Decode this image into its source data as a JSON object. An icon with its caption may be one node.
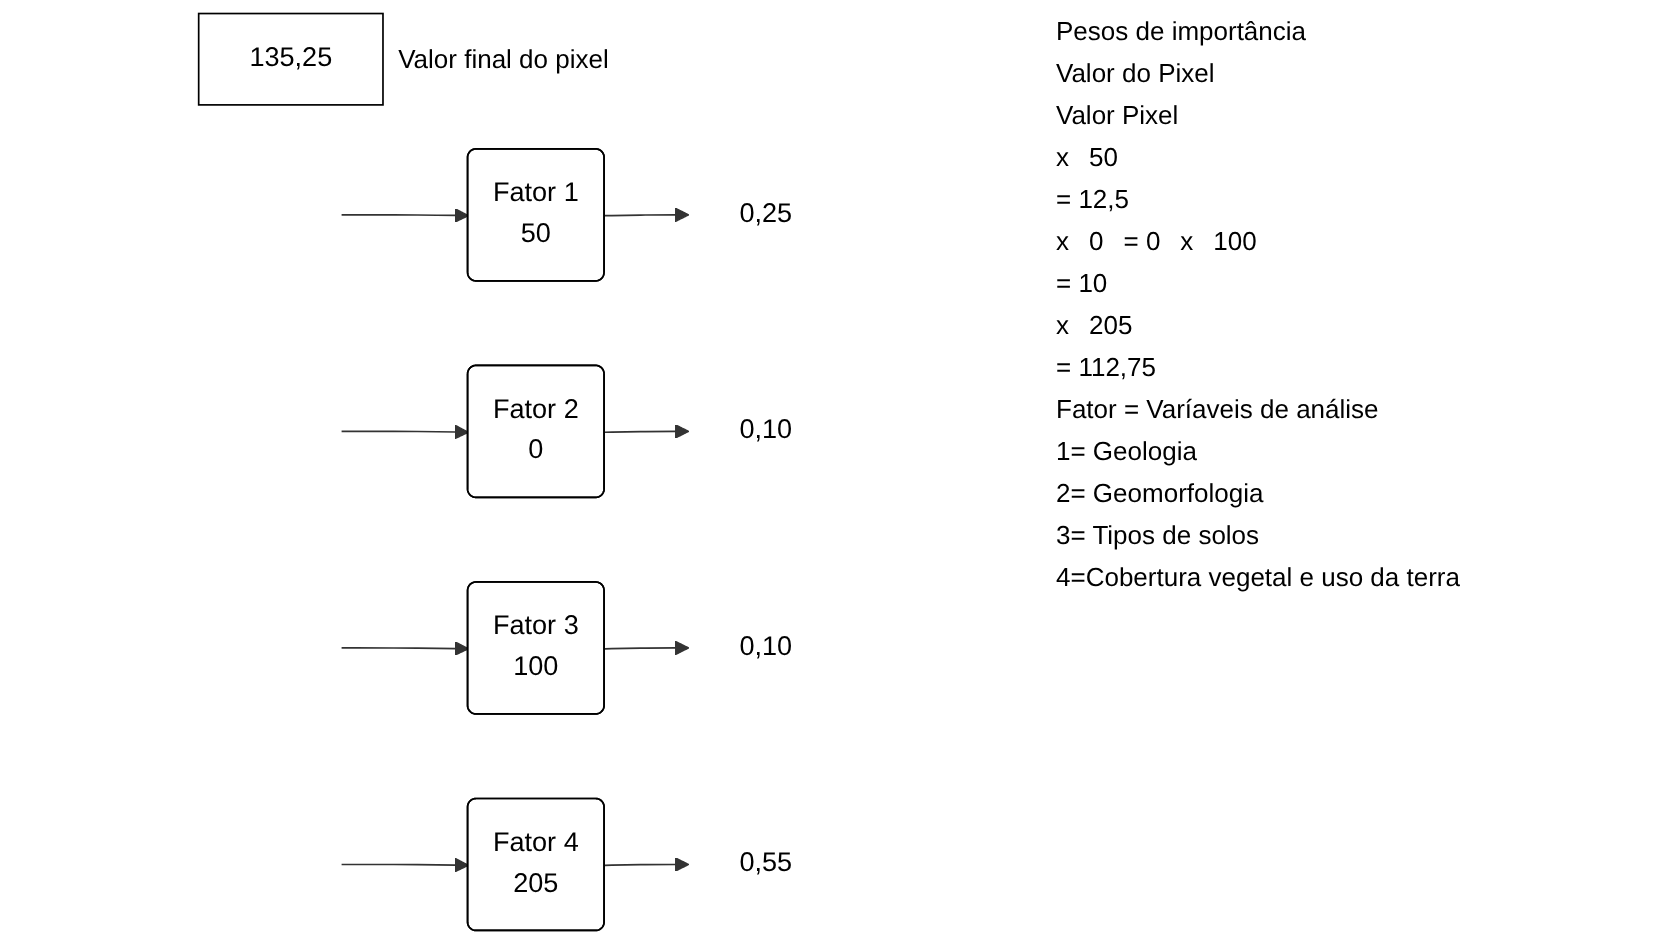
{
  "diagram": {
    "nodes": [
      {
        "text": [
          "Fator 1",
          "50"
        ]
      },
      {
        "text": [
          "Fator 2",
          "0"
        ]
      },
      {
        "text": [
          "Fator 3",
          "100"
        ]
      },
      {
        "text": [
          "Fator 4",
          "205"
        ]
      },
      {
        "text": [
          "0,25"
        ]
      },
      {
        "text": [
          "0,10"
        ]
      },
      {
        "text": [
          "0,10"
        ]
      },
      {
        "text": [
          "0,55"
        ]
      },
      {
        "text": [
          "135,25"
        ],
        "beside": [
          "Valor final do pixel"
        ]
      }
    ],
    "edges": [
      {
        "from": null,
        "to": 0,
        "arrow": "to"
      },
      {
        "from": null,
        "to": 1,
        "arrow": "to"
      },
      {
        "from": null,
        "to": 2,
        "arrow": "to"
      },
      {
        "from": null,
        "to": 3,
        "arrow": "to"
      },
      {
        "from": 0,
        "to": 4,
        "arrow": "to"
      },
      {
        "from": 1,
        "to": 5,
        "arrow": "to"
      },
      {
        "from": 2,
        "to": 6,
        "arrow": "to"
      },
      {
        "from": 3,
        "to": 7,
        "arrow": "to"
      }
    ],
    "labels": [
      "Pesos de importância",
      "Valor do Pixel",
      "Valor Pixel",
      "x",
      "50",
      "= 12,5",
      "x",
      "0",
      "= 0",
      "x",
      "100",
      "= 10",
      "x",
      "205",
      "= 112,75",
      "Fator = Varíaveis de análise",
      "1= Geologia",
      "2= Geomorfologia",
      "3= Tipos de solos",
      "4=Cobertura vegetal e uso da terra"
    ]
  }
}
